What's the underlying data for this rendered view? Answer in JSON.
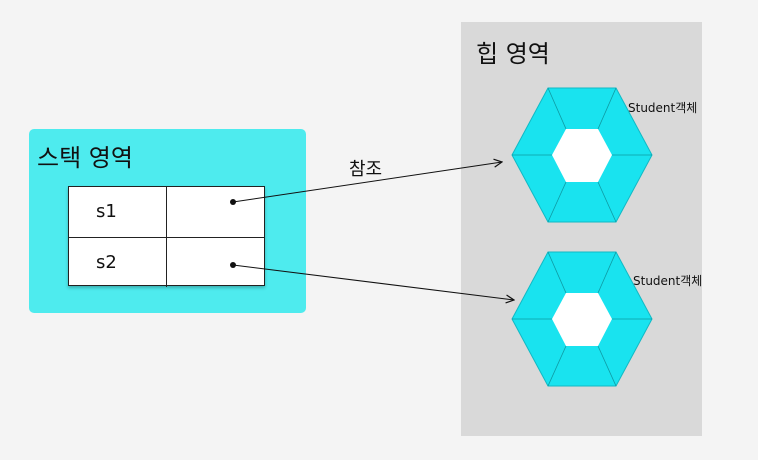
{
  "stack": {
    "title": "스택 영역",
    "rows": [
      {
        "name": "s1"
      },
      {
        "name": "s2"
      }
    ]
  },
  "heap": {
    "title": "힙 영역",
    "objects": [
      {
        "label": "Student객체"
      },
      {
        "label": "Student객체"
      }
    ]
  },
  "reference_label": "참조",
  "colors": {
    "background": "#f4f4f4",
    "stack_area": "#4eebee",
    "heap_area": "#d9d9d9",
    "hexagon": "#19e3ef",
    "hexagon_hole": "#ffffff"
  }
}
